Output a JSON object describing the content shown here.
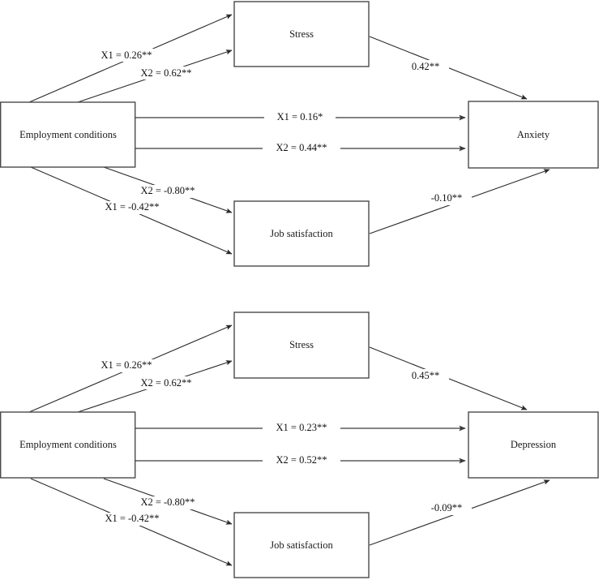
{
  "figure": {
    "type": "path-diagram",
    "background": "#ffffff",
    "line_color": "#2a2a2a",
    "box_stroke": "#4a4a4a",
    "text_color": "#111111",
    "panels": [
      {
        "id": "anxiety-model",
        "nodes": {
          "predictor": "Employment conditions",
          "mediator_top": "Stress",
          "mediator_bottom": "Job satisfaction",
          "outcome": "Anxiety"
        },
        "edges": [
          {
            "id": "pred-stress-x1",
            "label": "X1 = 0.26**",
            "from": "Employment conditions",
            "to": "Stress"
          },
          {
            "id": "pred-stress-x2",
            "label": "X2 = 0.62**",
            "from": "Employment conditions",
            "to": "Stress"
          },
          {
            "id": "stress-out",
            "label": "0.42**",
            "from": "Stress",
            "to": "Anxiety"
          },
          {
            "id": "direct-x1",
            "label": "X1 = 0.16*",
            "from": "Employment conditions",
            "to": "Anxiety"
          },
          {
            "id": "direct-x2",
            "label": "X2 = 0.44**",
            "from": "Employment conditions",
            "to": "Anxiety"
          },
          {
            "id": "pred-jobsat-x2",
            "label": "X2 = -0.80**",
            "from": "Employment conditions",
            "to": "Job satisfaction"
          },
          {
            "id": "pred-jobsat-x1",
            "label": "X1 = -0.42**",
            "from": "Employment conditions",
            "to": "Job satisfaction"
          },
          {
            "id": "jobsat-out",
            "label": "-0.10**",
            "from": "Job satisfaction",
            "to": "Anxiety"
          }
        ]
      },
      {
        "id": "depression-model",
        "nodes": {
          "predictor": "Employment conditions",
          "mediator_top": "Stress",
          "mediator_bottom": "Job satisfaction",
          "outcome": "Depression"
        },
        "edges": [
          {
            "id": "pred-stress-x1",
            "label": "X1 = 0.26**",
            "from": "Employment conditions",
            "to": "Stress"
          },
          {
            "id": "pred-stress-x2",
            "label": "X2 = 0.62**",
            "from": "Employment conditions",
            "to": "Stress"
          },
          {
            "id": "stress-out",
            "label": "0.45**",
            "from": "Stress",
            "to": "Depression"
          },
          {
            "id": "direct-x1",
            "label": "X1 = 0.23**",
            "from": "Employment conditions",
            "to": "Depression"
          },
          {
            "id": "direct-x2",
            "label": "X2 = 0.52**",
            "from": "Employment conditions",
            "to": "Depression"
          },
          {
            "id": "pred-jobsat-x2",
            "label": "X2 = -0.80**",
            "from": "Employment conditions",
            "to": "Job satisfaction"
          },
          {
            "id": "pred-jobsat-x1",
            "label": "X1 = -0.42**",
            "from": "Employment conditions",
            "to": "Job satisfaction"
          },
          {
            "id": "jobsat-out",
            "label": "-0.09**",
            "from": "Job satisfaction",
            "to": "Depression"
          }
        ]
      }
    ]
  }
}
